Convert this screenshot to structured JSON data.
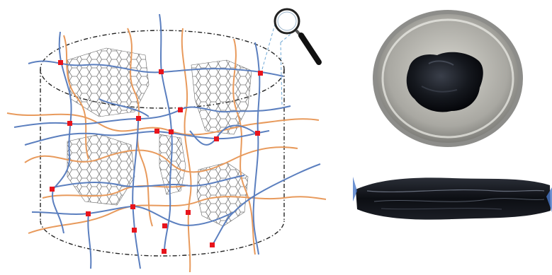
{
  "figure": {
    "left_panel": {
      "description_elements": [
        "cylinder-outline",
        "polymer-chains-blue",
        "polymer-chains-orange",
        "crosslink-points",
        "graphene-oxide-sheets",
        "magnifier-icon"
      ]
    },
    "right_panel": {
      "top_photo": "dish-with-black-gel",
      "bottom_photo": "stretched-black-film"
    }
  },
  "colors": {
    "blue_chain": "#5b7fbf",
    "orange_chain": "#e89a5c",
    "crosslink": "#e8141c",
    "outline": "#222222",
    "sheet_stroke": "#6a6a6a",
    "gel": "#111318",
    "dish": "#8d8d8a"
  }
}
